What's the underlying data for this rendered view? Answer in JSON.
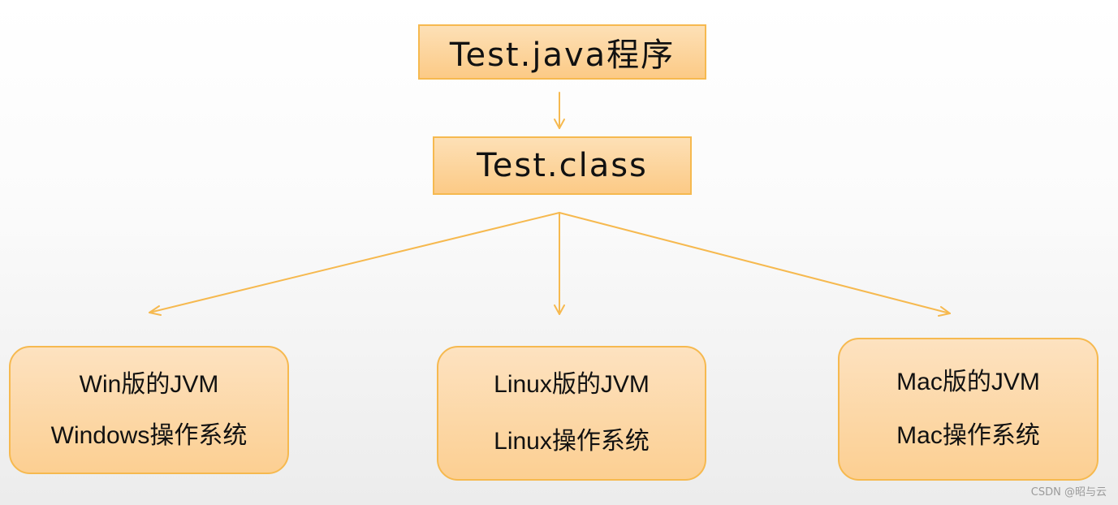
{
  "diagram": {
    "program_box": "Test.java程序",
    "class_box": "Test.class",
    "targets": [
      {
        "jvm": "Win版的JVM",
        "os": "Windows操作系统"
      },
      {
        "jvm": "Linux版的JVM",
        "os": "Linux操作系统"
      },
      {
        "jvm": "Mac版的JVM",
        "os": "Mac操作系统"
      }
    ]
  },
  "watermark": "CSDN @昭与云",
  "colors": {
    "arrow": "#f6b94f",
    "box_border": "#f6b94f",
    "box_fill_top": "#fde0b6",
    "box_fill_bottom": "#fcca86"
  }
}
